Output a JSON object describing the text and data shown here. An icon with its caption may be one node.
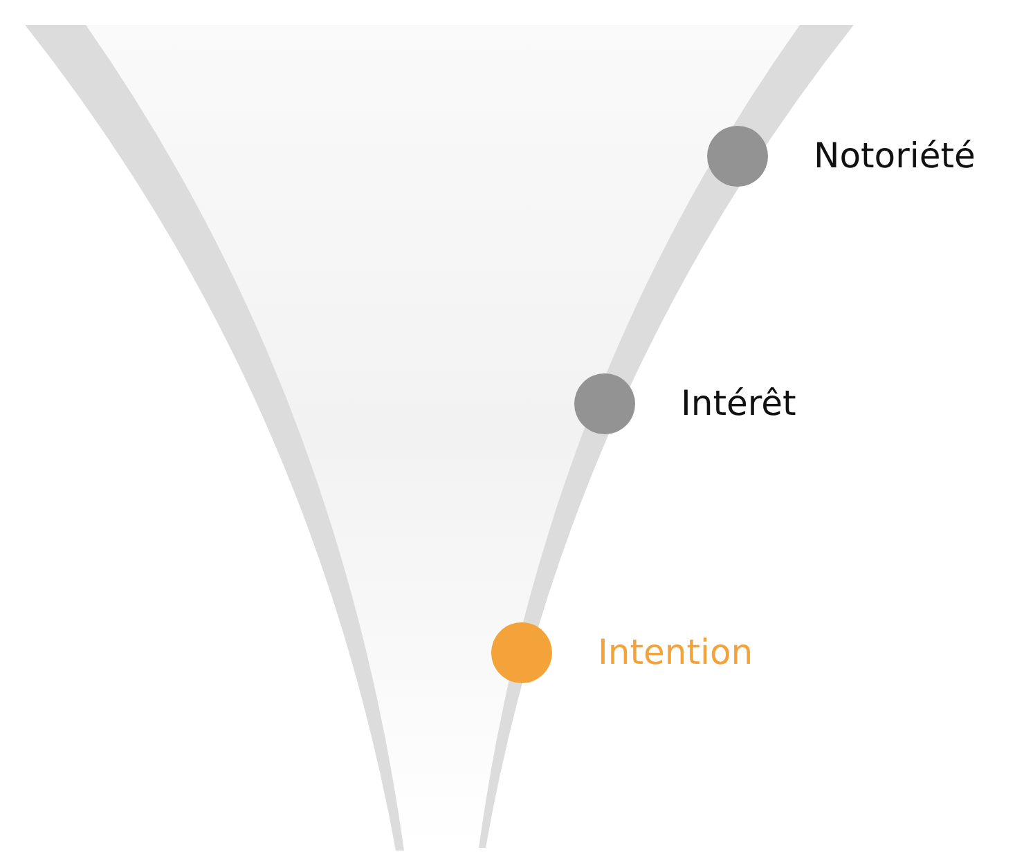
{
  "diagram": {
    "nodes": [
      {
        "text": [],
        "shape": "circle",
        "beside": [
          "Notoriété"
        ]
      },
      {
        "text": [],
        "shape": "circle",
        "beside": [
          "Intérêt"
        ]
      },
      {
        "text": [],
        "shape": "circle",
        "beside": [
          "Intention"
        ]
      }
    ],
    "edges": []
  }
}
